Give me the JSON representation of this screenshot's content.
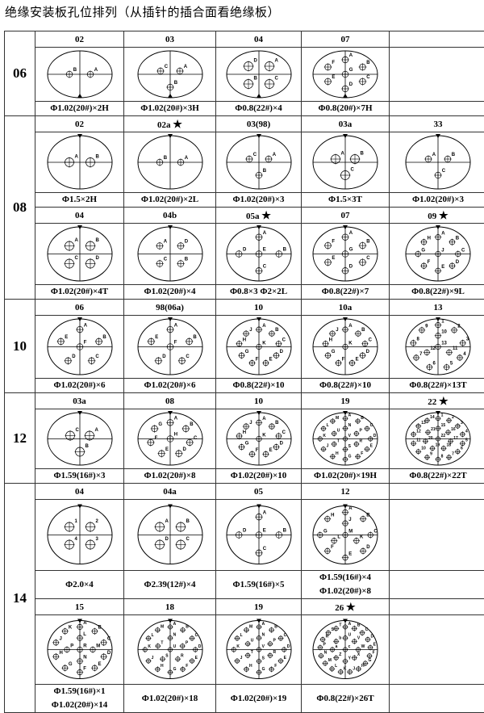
{
  "title": "绝缘安装板孔位排列（从插针的插合面看绝缘板）",
  "star_symbol": "★",
  "groups": [
    {
      "size": "06",
      "rows": [
        {
          "diagram_h": 66,
          "key_bottom": true,
          "cells": [
            {
              "code": "02",
              "star": false,
              "spec": [
                "Φ1.02(20#)×2H"
              ],
              "pins": [
                "B",
                "A"
              ]
            },
            {
              "code": "03",
              "star": false,
              "spec": [
                "Φ1.02(20#)×3H"
              ],
              "pins": [
                "C",
                "A",
                "B"
              ]
            },
            {
              "code": "04",
              "star": false,
              "spec": [
                "Φ0.8(22#)×4"
              ],
              "pins": [
                "D",
                "A",
                "C",
                "B"
              ]
            },
            {
              "code": "07",
              "star": false,
              "spec": [
                "Φ0.8(20#)×7H"
              ],
              "pins": [
                "A",
                "B",
                "C",
                "D",
                "E",
                "F",
                "G"
              ]
            },
            null
          ]
        }
      ]
    },
    {
      "size": "08",
      "rows": [
        {
          "diagram_h": 74,
          "cells": [
            {
              "code": "02",
              "star": false,
              "spec": [
                "Φ1.5×2H"
              ],
              "pins": [
                "A",
                "B"
              ]
            },
            {
              "code": "02a",
              "star": true,
              "spec": [
                "Φ1.02(20#)×2L"
              ],
              "pins": [
                "B",
                "A"
              ]
            },
            {
              "code": "03(98)",
              "star": false,
              "spec": [
                "Φ1.02(20#)×3"
              ],
              "pins": [
                "C",
                "A",
                "B"
              ]
            },
            {
              "code": "03a",
              "star": false,
              "spec": [
                "Φ1.5×3T"
              ],
              "pins": [
                "A",
                "B",
                "C"
              ]
            },
            {
              "code": "33",
              "star": false,
              "spec": [
                "Φ1.02(20#)×3"
              ],
              "pins": [
                "A",
                "B",
                "C"
              ]
            }
          ]
        },
        {
          "diagram_h": 75,
          "cells": [
            {
              "code": "04",
              "star": false,
              "spec": [
                "Φ1.02(20#)×4T"
              ],
              "pins": [
                "A",
                "B",
                "D",
                "C"
              ]
            },
            {
              "code": "04b",
              "star": false,
              "spec": [
                "Φ1.02(20#)×4"
              ],
              "pins": [
                "A",
                "D",
                "B",
                "C"
              ]
            },
            {
              "code": "05a",
              "star": true,
              "spec": [
                "Φ0.8×3  Φ2×2L"
              ],
              "pins": [
                "A",
                "B",
                "C",
                "D",
                "E"
              ]
            },
            {
              "code": "07",
              "star": false,
              "spec": [
                "Φ0.8(22#)×7"
              ],
              "pins": [
                "A",
                "B",
                "C",
                "D",
                "E",
                "F",
                "G"
              ]
            },
            {
              "code": "09",
              "star": true,
              "spec": [
                "Φ0.8(22#)×9L"
              ],
              "pins": [
                "A",
                "B",
                "C",
                "D",
                "E",
                "F",
                "G",
                "H",
                "J"
              ]
            }
          ]
        }
      ]
    },
    {
      "size": "10",
      "rows": [
        {
          "diagram_h": 77,
          "cells": [
            {
              "code": "06",
              "star": false,
              "spec": [
                "Φ1.02(20#)×6"
              ],
              "pins": [
                "A",
                "B",
                "C",
                "D",
                "E",
                "F"
              ]
            },
            {
              "code": "98(06a)",
              "star": false,
              "spec": [
                "Φ1.02(20#)×6"
              ],
              "pins": [
                "A",
                "B",
                "C",
                "D",
                "E",
                "F"
              ]
            },
            {
              "code": "10",
              "star": false,
              "spec": [
                "Φ0.8(22#)×10"
              ],
              "pins": [
                "A",
                "B",
                "C",
                "D",
                "E",
                "F",
                "G",
                "H",
                "J",
                "K"
              ]
            },
            {
              "code": "10a",
              "star": false,
              "spec": [
                "Φ0.8(22#)×10"
              ],
              "pins": [
                "A",
                "B",
                "C",
                "D",
                "E",
                "F",
                "G",
                "H",
                "J",
                "K"
              ]
            },
            {
              "code": "13",
              "star": false,
              "spec": [
                "Φ0.8(22#)×13T"
              ],
              "pins": [
                "1",
                "2",
                "3",
                "4",
                "5",
                "6",
                "7",
                "8",
                "9",
                "10",
                "11",
                "12",
                "13"
              ]
            }
          ]
        }
      ]
    },
    {
      "size": "12",
      "rows": [
        {
          "diagram_h": 73,
          "cells": [
            {
              "code": "03a",
              "star": false,
              "spec": [
                "Φ1.59(16#)×3"
              ],
              "pins": [
                "C",
                "A",
                "B"
              ]
            },
            {
              "code": "08",
              "star": false,
              "spec": [
                "Φ1.02(20#)×8"
              ],
              "pins": [
                "A",
                "B",
                "C",
                "D",
                "E",
                "F",
                "G",
                "H"
              ]
            },
            {
              "code": "10",
              "star": false,
              "spec": [
                "Φ1.02(20#)×10"
              ],
              "pins": [
                "A",
                "B",
                "C",
                "D",
                "E",
                "F",
                "G",
                "H",
                "J",
                "K"
              ]
            },
            {
              "code": "19",
              "star": false,
              "spec": [
                "Φ1.02(20#)×19H"
              ],
              "pins": [
                "A",
                "B",
                "C",
                "D",
                "E",
                "F",
                "G",
                "H",
                "J",
                "K",
                "L",
                "M",
                "N",
                "P",
                "R",
                "S",
                "T",
                "U",
                "V"
              ]
            },
            {
              "code": "22",
              "star": true,
              "spec": [
                "Φ0.8(22#)×22T"
              ],
              "pins": [
                "1",
                "2",
                "3",
                "4",
                "5",
                "6",
                "7",
                "8",
                "9",
                "10",
                "11",
                "12",
                "13",
                "14",
                "15",
                "16",
                "17",
                "18",
                "19",
                "20",
                "21",
                "22"
              ]
            }
          ]
        }
      ]
    },
    {
      "size": "14",
      "rows": [
        {
          "diagram_h": 87,
          "cells": [
            {
              "code": "04",
              "star": false,
              "spec": [
                "Φ2.0×4"
              ],
              "pins": [
                "1",
                "2",
                "3",
                "4"
              ]
            },
            {
              "code": "04a",
              "star": false,
              "spec": [
                "Φ2.39(12#)×4"
              ],
              "pins": [
                "A",
                "B",
                "C",
                "D"
              ]
            },
            {
              "code": "05",
              "star": false,
              "spec": [
                "Φ1.59(16#)×5"
              ],
              "pins": [
                "A",
                "B",
                "C",
                "D",
                "E"
              ]
            },
            {
              "code": "12",
              "star": false,
              "spec": [
                "Φ1.59(16#)×4",
                "Φ1.02(20#)×8"
              ],
              "pins": [
                "A",
                "B",
                "C",
                "D",
                "E",
                "F",
                "G",
                "H",
                "J",
                "K",
                "L",
                "M"
              ]
            },
            null
          ]
        },
        {
          "diagram_h": 85,
          "cells": [
            {
              "code": "15",
              "star": false,
              "spec": [
                "Φ1.59(16#)×1",
                "Φ1.02(20#)×14"
              ],
              "pins": [
                "A",
                "B",
                "C",
                "D",
                "E",
                "F",
                "G",
                "H",
                "J",
                "K",
                "L",
                "M",
                "N",
                "P",
                "R"
              ]
            },
            {
              "code": "18",
              "star": false,
              "spec": [
                "Φ1.02(20#)×18"
              ],
              "pins": [
                "A",
                "B",
                "C",
                "D",
                "E",
                "F",
                "G",
                "H",
                "J",
                "K",
                "L",
                "M",
                "N",
                "P",
                "R",
                "S",
                "T",
                "U"
              ]
            },
            {
              "code": "19",
              "star": false,
              "spec": [
                "Φ1.02(20#)×19"
              ],
              "pins": [
                "A",
                "B",
                "C",
                "D",
                "E",
                "F",
                "G",
                "H",
                "J",
                "K",
                "L",
                "M",
                "N",
                "P",
                "R",
                "S",
                "T",
                "U",
                "V"
              ]
            },
            {
              "code": "26",
              "star": true,
              "spec": [
                "Φ0.8(22#)×26T"
              ],
              "pins": [
                "A",
                "B",
                "C",
                "D",
                "E",
                "F",
                "G",
                "H",
                "J",
                "K",
                "L",
                "M",
                "N",
                "P",
                "R",
                "S",
                "T",
                "U",
                "V",
                "W",
                "X",
                "Y",
                "Z",
                "a",
                "b",
                "c"
              ]
            },
            null
          ]
        }
      ]
    }
  ]
}
